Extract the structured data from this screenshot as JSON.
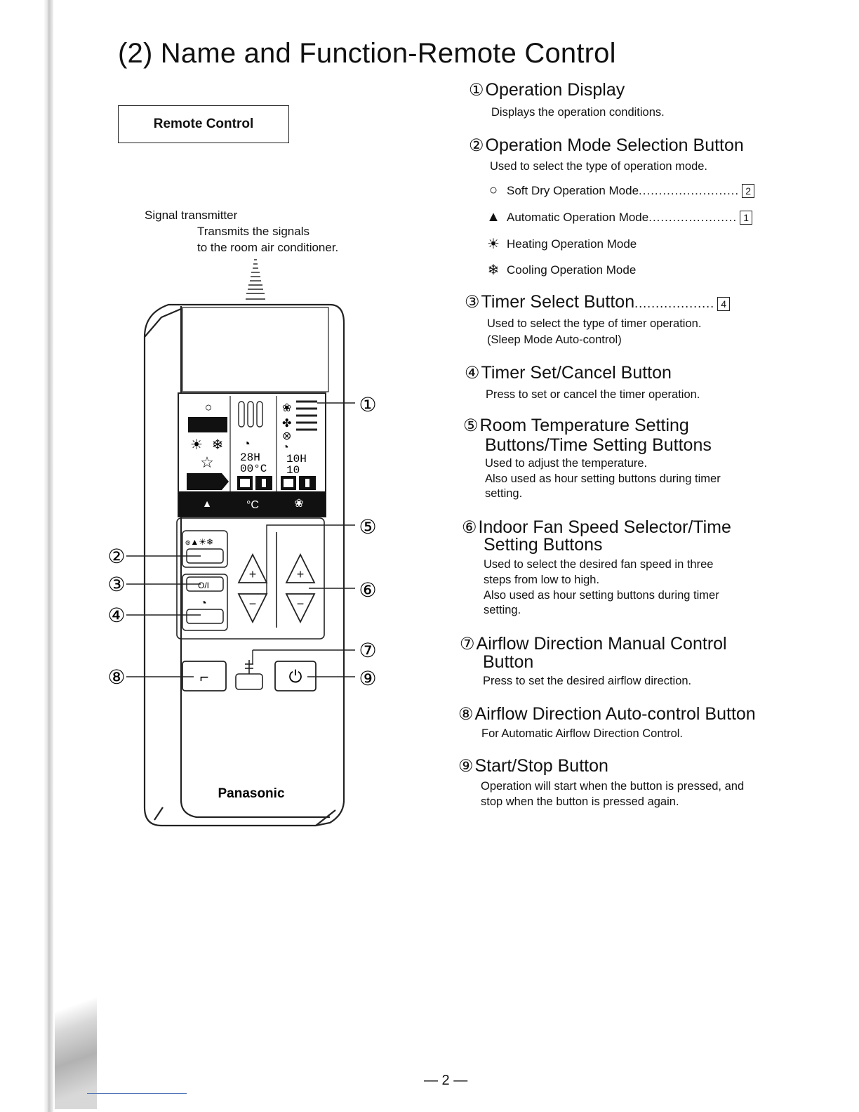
{
  "header": {
    "title": "(2) Name and Function-Remote Control",
    "caption": "Remote Control"
  },
  "signal": {
    "title": "Signal transmitter",
    "desc_line1": "Transmits the signals",
    "desc_line2": "to the room air conditioner."
  },
  "remote": {
    "brand": "Panasonic",
    "display_digits_left": "28H",
    "display_digits_left2": "00°C",
    "display_digits_right": "10H",
    "display_digits_right2": "10",
    "temp_button_label": "°C",
    "on_off_label": "O/I",
    "mode_icons_label": "๏▲☀❄",
    "callouts": [
      "①",
      "②",
      "③",
      "④",
      "⑤",
      "⑥",
      "⑦",
      "⑧",
      "⑨"
    ]
  },
  "items": [
    {
      "num": "①",
      "title": "Operation Display",
      "desc": [
        "Displays the operation conditions."
      ]
    },
    {
      "num": "②",
      "title": "Operation Mode Selection Button",
      "desc": [
        "Used to select the type of operation mode."
      ]
    },
    {
      "num": "③",
      "title": "Timer Select Button",
      "ref": "4",
      "desc": [
        "Used to select the type of timer operation.",
        "(Sleep Mode Auto-control)"
      ]
    },
    {
      "num": "④",
      "title": "Timer Set/Cancel Button",
      "desc": [
        "Press to set or cancel the timer operation."
      ]
    },
    {
      "num": "⑤",
      "title": "Room Temperature Setting",
      "title2": "Buttons/Time Setting Buttons",
      "desc": [
        "Used to adjust the temperature.",
        "Also used as hour setting buttons during timer",
        "setting."
      ]
    },
    {
      "num": "⑥",
      "title": "Indoor Fan Speed Selector/Time",
      "title2": "Setting Buttons",
      "desc": [
        "Used to select the desired fan speed in three",
        "steps from low to high.",
        "Also used as hour setting buttons during timer",
        "setting."
      ]
    },
    {
      "num": "⑦",
      "title": "Airflow Direction Manual Control",
      "title2": "Button",
      "desc": [
        "Press to set the desired airflow direction."
      ]
    },
    {
      "num": "⑧",
      "title": "Airflow Direction Auto-control Button",
      "desc": [
        "For Automatic Airflow Direction Control."
      ]
    },
    {
      "num": "⑨",
      "title": "Start/Stop Button",
      "desc": [
        "Operation will start when the button is pressed, and",
        "stop when the button is pressed again."
      ]
    }
  ],
  "modes": [
    {
      "icon": "droplet-icon",
      "glyph": "○",
      "label": "Soft Dry Operation Mode",
      "ref": "2"
    },
    {
      "icon": "auto-icon",
      "glyph": "▲",
      "label": "Automatic Operation Mode",
      "ref": "1"
    },
    {
      "icon": "sun-icon",
      "glyph": "☀",
      "label": "Heating Operation Mode",
      "ref": ""
    },
    {
      "icon": "snowflake-icon",
      "glyph": "❄",
      "label": "Cooling Operation Mode",
      "ref": ""
    }
  ],
  "footer": {
    "page_number": "— 2 —"
  }
}
